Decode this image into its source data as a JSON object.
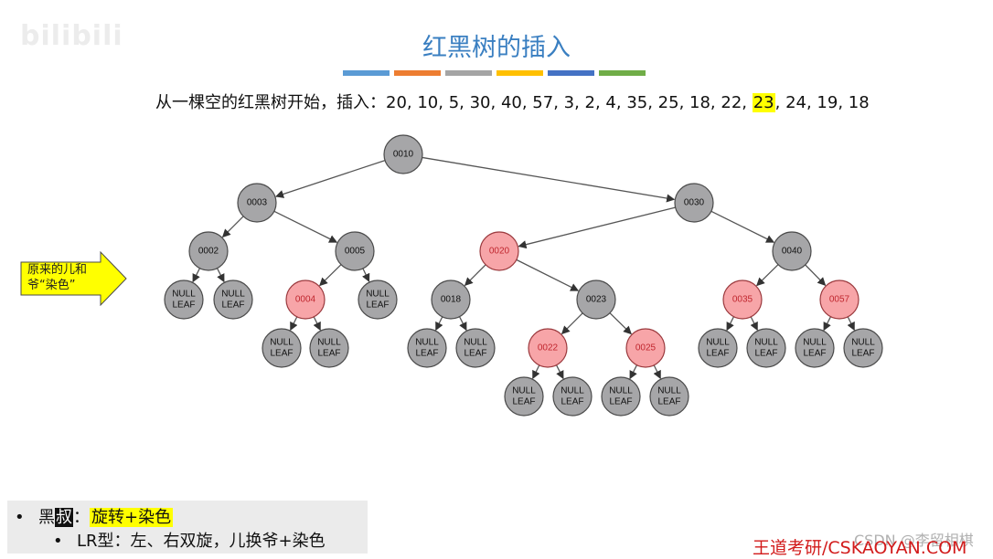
{
  "watermark": "bilibili",
  "title": "红黑树的插入",
  "color_bars": [
    "#5b9bd5",
    "#ed7d31",
    "#a5a5a5",
    "#ffc000",
    "#4472c4",
    "#70ad47"
  ],
  "sequence": {
    "prefix": "从一棵空的红黑树开始，插入：",
    "before": "20, 10, 5, 30, 40, 57, 3, 2, 4, 35, 25, 18, 22, ",
    "highlight": "23",
    "after": ", 24, 19, 18"
  },
  "colors": {
    "red_fill": "#f7a5a8",
    "red_text": "#c0262e",
    "black_fill": "#a6a6a8",
    "highlight": "#ffff00",
    "title": "#3a7fc1"
  },
  "tree": {
    "nodes": [
      {
        "id": "n10",
        "label": "0010",
        "color": "black"
      },
      {
        "id": "n3",
        "label": "0003",
        "color": "black"
      },
      {
        "id": "n30",
        "label": "0030",
        "color": "black"
      },
      {
        "id": "n2",
        "label": "0002",
        "color": "black"
      },
      {
        "id": "n5",
        "label": "0005",
        "color": "black"
      },
      {
        "id": "n20",
        "label": "0020",
        "color": "red"
      },
      {
        "id": "n40",
        "label": "0040",
        "color": "black"
      },
      {
        "id": "l1",
        "label": "NULL\nLEAF",
        "color": "black"
      },
      {
        "id": "l2",
        "label": "NULL\nLEAF",
        "color": "black"
      },
      {
        "id": "n4",
        "label": "0004",
        "color": "red"
      },
      {
        "id": "l3",
        "label": "NULL\nLEAF",
        "color": "black"
      },
      {
        "id": "n18",
        "label": "0018",
        "color": "black"
      },
      {
        "id": "n23",
        "label": "0023",
        "color": "black"
      },
      {
        "id": "n35",
        "label": "0035",
        "color": "red"
      },
      {
        "id": "n57",
        "label": "0057",
        "color": "red"
      },
      {
        "id": "l4",
        "label": "NULL\nLEAF",
        "color": "black"
      },
      {
        "id": "l5",
        "label": "NULL\nLEAF",
        "color": "black"
      },
      {
        "id": "l6",
        "label": "NULL\nLEAF",
        "color": "black"
      },
      {
        "id": "l7",
        "label": "NULL\nLEAF",
        "color": "black"
      },
      {
        "id": "n22",
        "label": "0022",
        "color": "red"
      },
      {
        "id": "n25",
        "label": "0025",
        "color": "red"
      },
      {
        "id": "l8",
        "label": "NULL\nLEAF",
        "color": "black"
      },
      {
        "id": "l9",
        "label": "NULL\nLEAF",
        "color": "black"
      },
      {
        "id": "l10",
        "label": "NULL\nLEAF",
        "color": "black"
      },
      {
        "id": "l11",
        "label": "NULL\nLEAF",
        "color": "black"
      },
      {
        "id": "l12",
        "label": "NULL\nLEAF",
        "color": "black"
      },
      {
        "id": "l13",
        "label": "NULL\nLEAF",
        "color": "black"
      },
      {
        "id": "l14",
        "label": "NULL\nLEAF",
        "color": "black"
      },
      {
        "id": "l15",
        "label": "NULL\nLEAF",
        "color": "black"
      }
    ],
    "edges": [
      [
        "n10",
        "n3"
      ],
      [
        "n10",
        "n30"
      ],
      [
        "n3",
        "n2"
      ],
      [
        "n3",
        "n5"
      ],
      [
        "n30",
        "n20"
      ],
      [
        "n30",
        "n40"
      ],
      [
        "n2",
        "l1"
      ],
      [
        "n2",
        "l2"
      ],
      [
        "n5",
        "n4"
      ],
      [
        "n5",
        "l3"
      ],
      [
        "n4",
        "l4"
      ],
      [
        "n4",
        "l5"
      ],
      [
        "n20",
        "n18"
      ],
      [
        "n20",
        "n23"
      ],
      [
        "n18",
        "l6"
      ],
      [
        "n18",
        "l7"
      ],
      [
        "n23",
        "n22"
      ],
      [
        "n23",
        "n25"
      ],
      [
        "n22",
        "l8"
      ],
      [
        "n22",
        "l9"
      ],
      [
        "n25",
        "l10"
      ],
      [
        "n25",
        "l11"
      ],
      [
        "n40",
        "n35"
      ],
      [
        "n40",
        "n57"
      ],
      [
        "n35",
        "l12"
      ],
      [
        "n35",
        "l13"
      ],
      [
        "n57",
        "l14"
      ],
      [
        "n57",
        "l15"
      ]
    ]
  },
  "side_note": {
    "line1": "原来的儿和",
    "line2": "爷“染色”"
  },
  "notes": {
    "bullet": "•",
    "l1_a": "黑",
    "l1_b": "叔",
    "l1_c": "：",
    "l1_d": "旋转+染色",
    "l2": "LR型：左、右双旋，儿换爷+染色"
  },
  "footer": {
    "brand": "王道考研/CSKAOYAN.COM",
    "csdn": "CSDN @李留相棋"
  }
}
